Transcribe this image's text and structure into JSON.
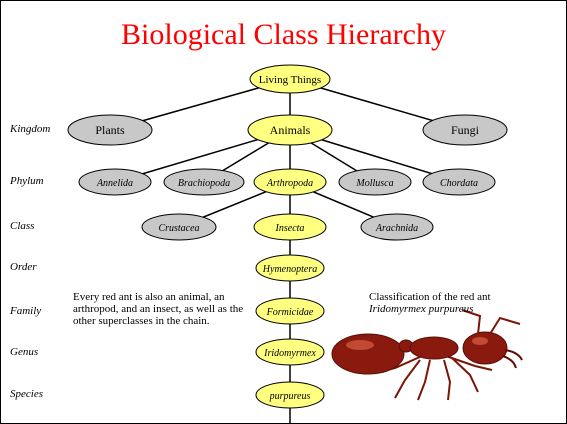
{
  "title": "Biological Class Hierarchy",
  "ranks": [
    "Kingdom",
    "Phylum",
    "Class",
    "Order",
    "Family",
    "Genus",
    "Species"
  ],
  "nodes": {
    "living_things": "Living Things",
    "plants": "Plants",
    "animals": "Animals",
    "fungi": "Fungi",
    "annelida": "Annelida",
    "brachiopoda": "Brachiopoda",
    "arthropoda": "Arthropoda",
    "mollusca": "Mollusca",
    "chordata": "Chordata",
    "crustacea": "Crustacea",
    "insecta": "Insecta",
    "arachnida": "Arachnida",
    "hymenoptera": "Hymenoptera",
    "formicidae": "Formicidae",
    "iridomyrmex": "Iridomyrmex",
    "purpureus": "purpureus"
  },
  "notes": {
    "superclass_note": "Every red ant is also an animal, an arthropod, and an insect, as well as the other superclasses in the chain.",
    "ant_title": "Classification of the red ant",
    "ant_species": "Iridomyrmex purpureus"
  },
  "colors": {
    "title": "#ff0000",
    "path_node": "#ffff80",
    "other_node": "#c8c8c8"
  }
}
